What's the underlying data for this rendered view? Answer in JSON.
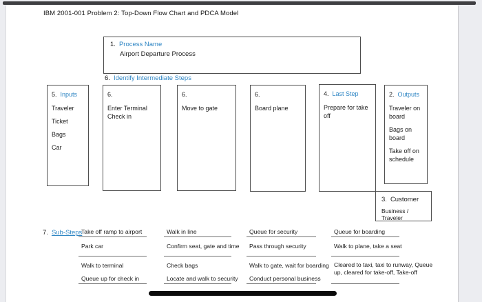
{
  "window": {
    "title": "IBM 2001-001 Problem 2: Top-Down Flow Chart and PDCA Model"
  },
  "colors": {
    "accent_blue": "#2f86c4",
    "box_border": "#4f4f4f",
    "page_bg": "#ffffff",
    "outer_bg": "#ecedf1",
    "divider_bar": "#0b0b0b"
  },
  "process_box": {
    "number": "1.",
    "label": "Process Name",
    "value": "Airport Departure Process"
  },
  "intermediate_heading": {
    "number": "6.",
    "label": "Identify Intermediate Steps"
  },
  "flow_boxes": [
    {
      "number": "5.",
      "label": "Inputs",
      "items": [
        "Traveler",
        "Ticket",
        "Bags",
        "Car"
      ]
    },
    {
      "number": "6.",
      "label": "",
      "items": [
        "Enter Terminal Check in"
      ]
    },
    {
      "number": "6.",
      "label": "",
      "items": [
        "Move to gate"
      ]
    },
    {
      "number": "6.",
      "label": "",
      "items": [
        "Board plane"
      ]
    },
    {
      "number": "4.",
      "label": "Last Step",
      "items": [
        "Prepare for take off"
      ]
    },
    {
      "number": "2.",
      "label": "Outputs",
      "items": [
        "Traveler on board",
        "Bags on board",
        "Take off on schedule"
      ]
    }
  ],
  "customer_box": {
    "number": "3.",
    "label": "Customer",
    "value": "Business / Traveler"
  },
  "substeps": {
    "number": "7.",
    "label": "Sub-Steps",
    "columns": [
      {
        "rows": [
          {
            "text": "Take off ramp to airport"
          },
          {
            "text": "Park car"
          },
          {
            "text": "Walk to terminal"
          },
          {
            "text": "Queue up for check in"
          }
        ]
      },
      {
        "rows": [
          {
            "text": "Walk in line"
          },
          {
            "text": "Confirm seat, gate and time"
          },
          {
            "text": "Check bags"
          },
          {
            "text": "Locate and walk to security"
          }
        ]
      },
      {
        "rows": [
          {
            "text": "Queue for security"
          },
          {
            "text": "Pass through security"
          },
          {
            "text": "Walk to gate, wait for boarding"
          },
          {
            "text": "Conduct personal business"
          }
        ]
      },
      {
        "rows": [
          {
            "text": "Queue for boarding"
          },
          {
            "text": "Walk to plane, take a seat"
          },
          {
            "text": "Cleared to taxi, taxi to runway, Queue up, cleared for take-off, Take-off"
          },
          {
            "text": ""
          }
        ]
      }
    ]
  }
}
